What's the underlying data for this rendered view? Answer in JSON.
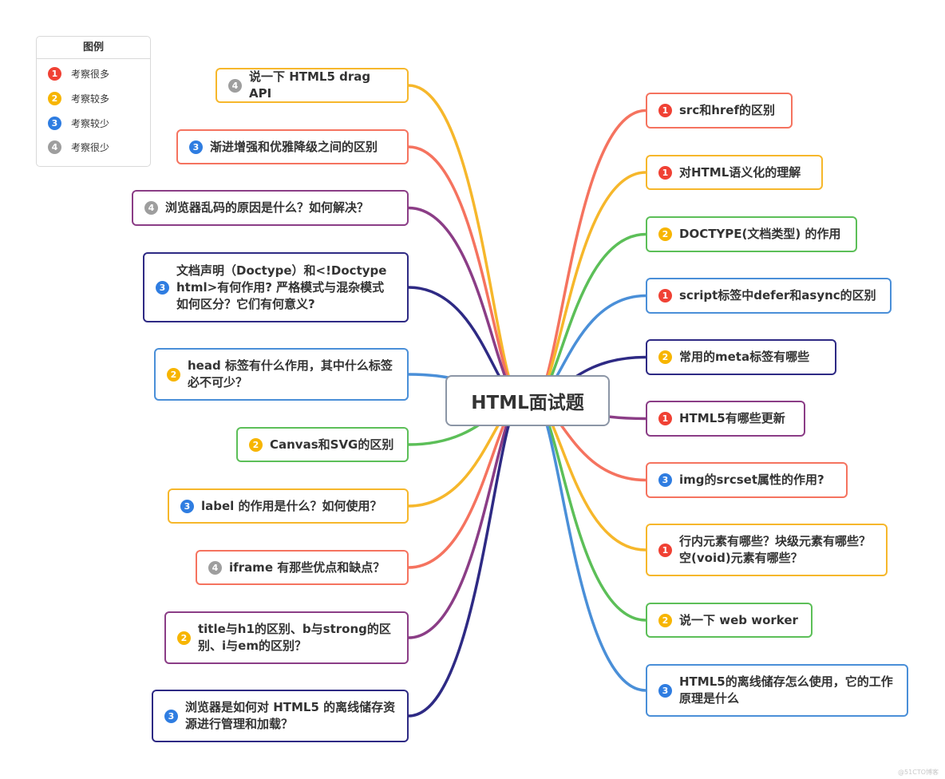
{
  "title": "HTML面试题",
  "legend": {
    "title": "图例",
    "items": [
      {
        "level": "1",
        "label": "考察很多",
        "color": "#f04134"
      },
      {
        "level": "2",
        "label": "考察较多",
        "color": "#f7b500"
      },
      {
        "level": "3",
        "label": "考察较少",
        "color": "#2f7de1"
      },
      {
        "level": "4",
        "label": "考察很少",
        "color": "#9e9e9e"
      }
    ]
  },
  "nodes": [
    {
      "side": "left",
      "level": "4",
      "text": "说一下 HTML5 drag API",
      "color": "#f6b72b"
    },
    {
      "side": "left",
      "level": "3",
      "text": "渐进增强和优雅降级之间的区别",
      "color": "#f5735f"
    },
    {
      "side": "left",
      "level": "4",
      "text": "浏览器乱码的原因是什么？如何解决？",
      "color": "#8b3d86"
    },
    {
      "side": "left",
      "level": "3",
      "text": "文档声明（Doctype）和<!Doctype html>有何作用? 严格模式与混杂模式如何区分？它们有何意义?",
      "color": "#2e2a84"
    },
    {
      "side": "left",
      "level": "2",
      "text": "head 标签有什么作用，其中什么标签必不可少？",
      "color": "#4a8fd8"
    },
    {
      "side": "left",
      "level": "2",
      "text": "Canvas和SVG的区别",
      "color": "#5cbf58"
    },
    {
      "side": "left",
      "level": "3",
      "text": "label 的作用是什么？如何使用？",
      "color": "#f6b72b"
    },
    {
      "side": "left",
      "level": "4",
      "text": "iframe 有那些优点和缺点？",
      "color": "#f5735f"
    },
    {
      "side": "left",
      "level": "2",
      "text": "title与h1的区别、b与strong的区别、i与em的区别？",
      "color": "#8b3d86"
    },
    {
      "side": "left",
      "level": "3",
      "text": "浏览器是如何对 HTML5 的离线储存资源进行管理和加载？",
      "color": "#2e2a84"
    },
    {
      "side": "right",
      "level": "1",
      "text": "src和href的区别",
      "color": "#f5735f"
    },
    {
      "side": "right",
      "level": "1",
      "text": "对HTML语义化的理解",
      "color": "#f6b72b"
    },
    {
      "side": "right",
      "level": "2",
      "text": "DOCTYPE(文档类型) 的作用",
      "color": "#5cbf58"
    },
    {
      "side": "right",
      "level": "1",
      "text": "script标签中defer和async的区别",
      "color": "#4a8fd8"
    },
    {
      "side": "right",
      "level": "2",
      "text": "常用的meta标签有哪些",
      "color": "#2e2a84"
    },
    {
      "side": "right",
      "level": "1",
      "text": "HTML5有哪些更新",
      "color": "#8b3d86"
    },
    {
      "side": "right",
      "level": "3",
      "text": "img的srcset属性的作用?",
      "color": "#f5735f"
    },
    {
      "side": "right",
      "level": "1",
      "text": "行内元素有哪些？块级元素有哪些？ 空(void)元素有哪些？",
      "color": "#f6b72b"
    },
    {
      "side": "right",
      "level": "2",
      "text": "说一下 web worker",
      "color": "#5cbf58"
    },
    {
      "side": "right",
      "level": "3",
      "text": "HTML5的离线储存怎么使用，它的工作原理是什么",
      "color": "#4a8fd8"
    }
  ],
  "footer": "@51CTO博客"
}
